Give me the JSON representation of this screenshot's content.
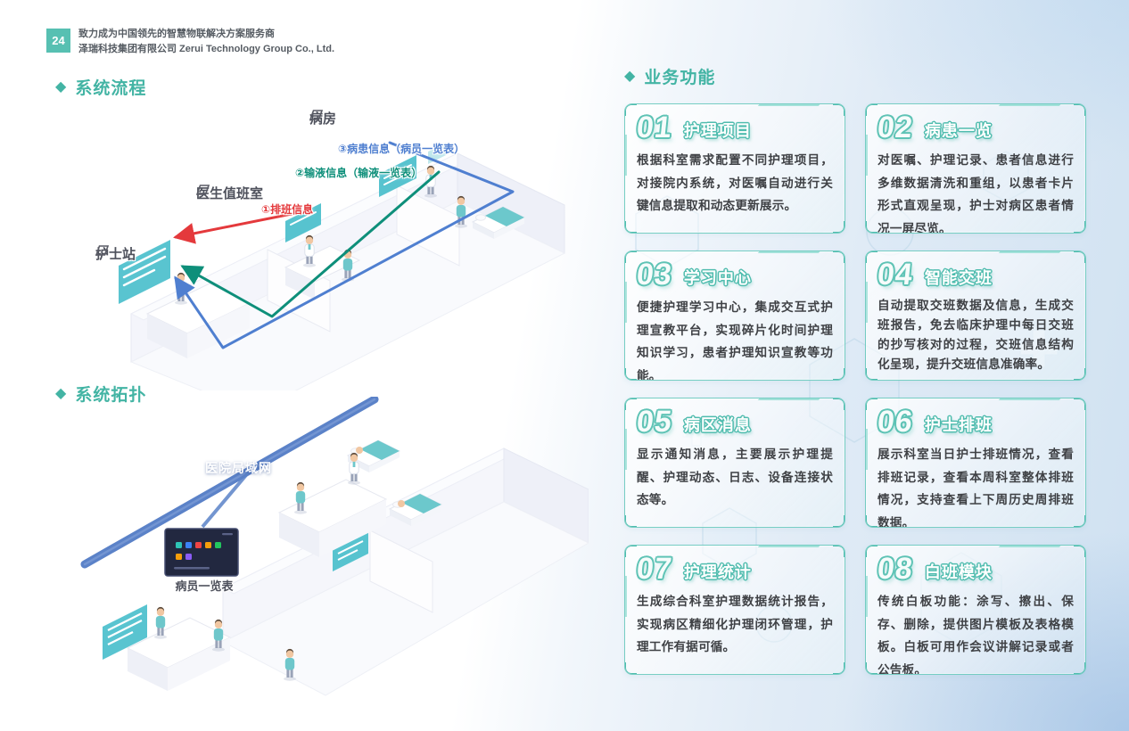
{
  "page": {
    "number": "24",
    "tagline": "致力成为中国领先的智慧物联解决方案服务商",
    "company": "泽瑞科技集团有限公司  Zerui Technology Group Co., Ltd."
  },
  "sections": {
    "bullet": "◆",
    "flow_title": "系统流程",
    "topology_title": "系统拓扑",
    "functions_title": "业务功能"
  },
  "flow_diagram": {
    "room_labels": {
      "ward": "病房",
      "doctor_duty_room": "医生值班室",
      "nurse_station": "护士站"
    },
    "data_flows": [
      {
        "label": "③病患信息（病员一览表）",
        "color": "#4f7fd0"
      },
      {
        "label": "②输液信息（输液一览表）",
        "color": "#0e8f7a"
      },
      {
        "label": "①排班信息",
        "color": "#e4393c"
      }
    ]
  },
  "topology_diagram": {
    "lan_label": "医院局域网",
    "screen_label": "病员一览表"
  },
  "functions": {
    "cards": [
      {
        "num": "01",
        "title": "护理项目",
        "body": "根据科室需求配置不同护理项目，对接院内系统，对医嘱自动进行关键信息提取和动态更新展示。"
      },
      {
        "num": "02",
        "title": "病患一览",
        "body": "对医嘱、护理记录、患者信息进行多维数据清洗和重组，以患者卡片形式直观呈现，护士对病区患者情况一屏尽览。"
      },
      {
        "num": "03",
        "title": "学习中心",
        "body": "便捷护理学习中心，集成交互式护理宣教平台，实现碎片化时间护理知识学习，患者护理知识宣教等功能。"
      },
      {
        "num": "04",
        "title": "智能交班",
        "body": "自动提取交班数据及信息，生成交班报告，免去临床护理中每日交班的抄写核对的过程，交班信息结构化呈现，提升交班信息准确率。"
      },
      {
        "num": "05",
        "title": "病区消息",
        "body": "显示通知消息，主要展示护理提醒、护理动态、日志、设备连接状态等。"
      },
      {
        "num": "06",
        "title": "护士排班",
        "body": "展示科室当日护士排班情况，查看排班记录，查看本周科室整体排班情况，支持查看上下周历史周排班数据。"
      },
      {
        "num": "07",
        "title": "护理统计",
        "body": "生成综合科室护理数据统计报告，实现病区精细化护理闭环管理，护理工作有据可循。"
      },
      {
        "num": "08",
        "title": "白班模块",
        "body": "传统白板功能：涂写、擦出、保存、删除，提供图片模板及表格模板。白板可用作会议讲解记录或者公告板。"
      }
    ]
  },
  "colors": {
    "accent_teal": "#45b5a5",
    "page_number_bg": "#57c0b2",
    "flow_blue": "#4f7fd0",
    "flow_green": "#0e8f7a",
    "flow_red": "#e4393c",
    "lan_blue": "#5b82c8",
    "card_border": "#5cc3b7",
    "body_text": "#3f4145"
  }
}
